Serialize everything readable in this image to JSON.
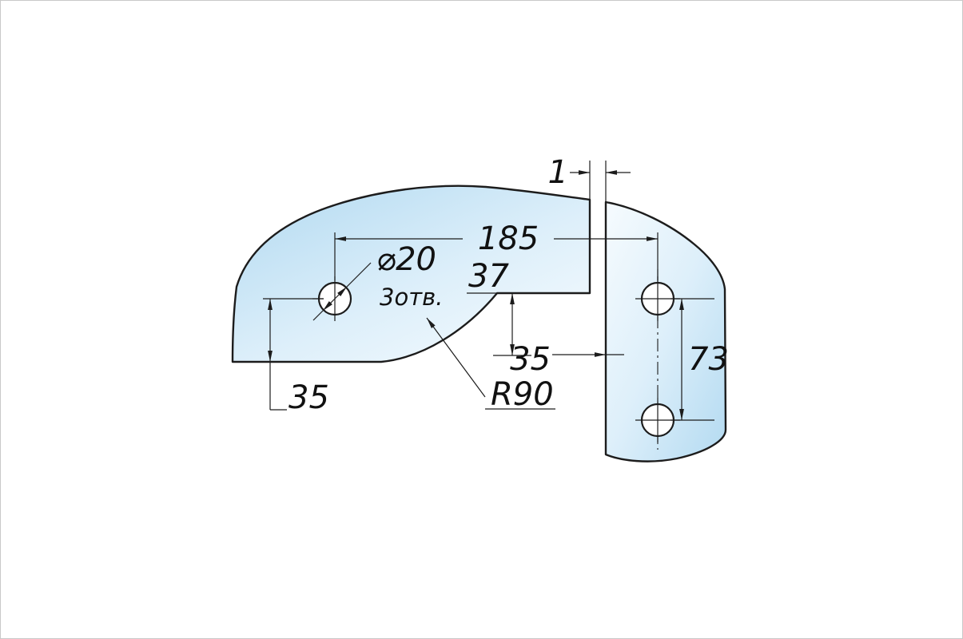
{
  "drawing": {
    "labels": {
      "slot_width": "1",
      "length_185": "185",
      "dim_37": "37",
      "dim_35_left": "35",
      "dim_35_right": "35",
      "dim_73": "73",
      "radius": "R90",
      "hole_diameter": "⌀20",
      "holes_count": "3отв."
    },
    "colors": {
      "outline": "#1c1c1c",
      "fill_blue": "#b3daf1",
      "fill_mid": "#ddeffa",
      "fill_light": "#f6fbfe"
    }
  }
}
